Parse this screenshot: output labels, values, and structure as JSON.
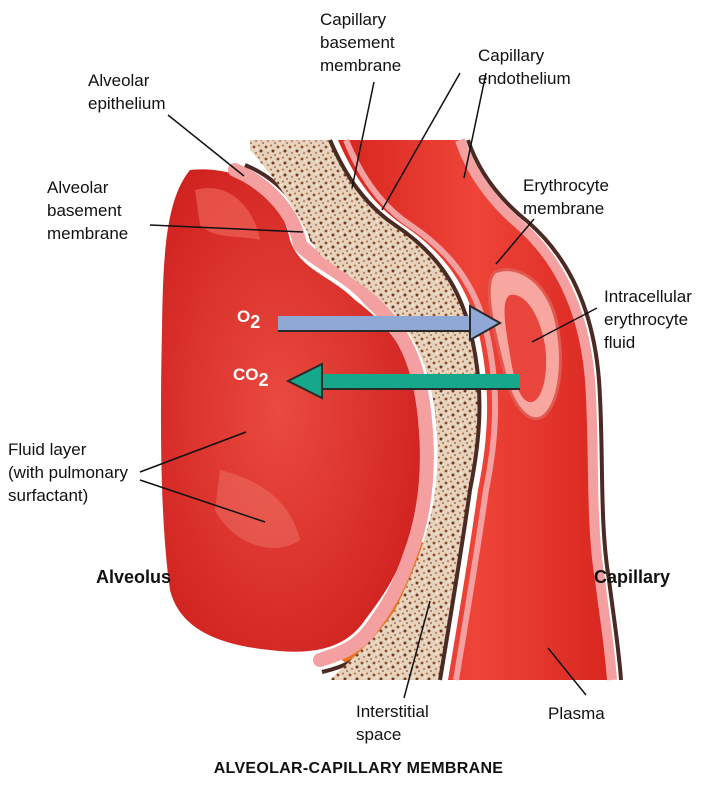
{
  "title": "ALVEOLAR-CAPILLARY MEMBRANE",
  "labels": {
    "capillary_basement_membrane": [
      "Capillary",
      "basement",
      "membrane"
    ],
    "capillary_endothelium": [
      "Capillary",
      "endothelium"
    ],
    "alveolar_epithelium": [
      "Alveolar",
      "epithelium"
    ],
    "alveolar_basement_membrane": [
      "Alveolar",
      "basement",
      "membrane"
    ],
    "erythrocyte_membrane": [
      "Erythrocyte",
      "membrane"
    ],
    "intracellular_fluid": [
      "Intracellular",
      "erythrocyte",
      "fluid"
    ],
    "fluid_layer": [
      "Fluid layer",
      "(with pulmonary",
      "surfactant)"
    ],
    "alveolus": "Alveolus",
    "capillary": "Capillary",
    "interstitial_space": [
      "Interstitial",
      "space"
    ],
    "plasma": "Plasma"
  },
  "gases": {
    "o2": {
      "base": "O",
      "sub": "2"
    },
    "co2": {
      "base": "CO",
      "sub": "2"
    }
  },
  "colors": {
    "alveolus_fill": "#e0302c",
    "membrane_pink": "#f4a0a0",
    "membrane_dark": "#4a2a22",
    "interstitial": "#d9c2a8",
    "capillary_fill": "#e8342f",
    "orange_layer": "#e8741e",
    "o2_arrow": "#8fa8d6",
    "co2_arrow": "#16a88a"
  }
}
